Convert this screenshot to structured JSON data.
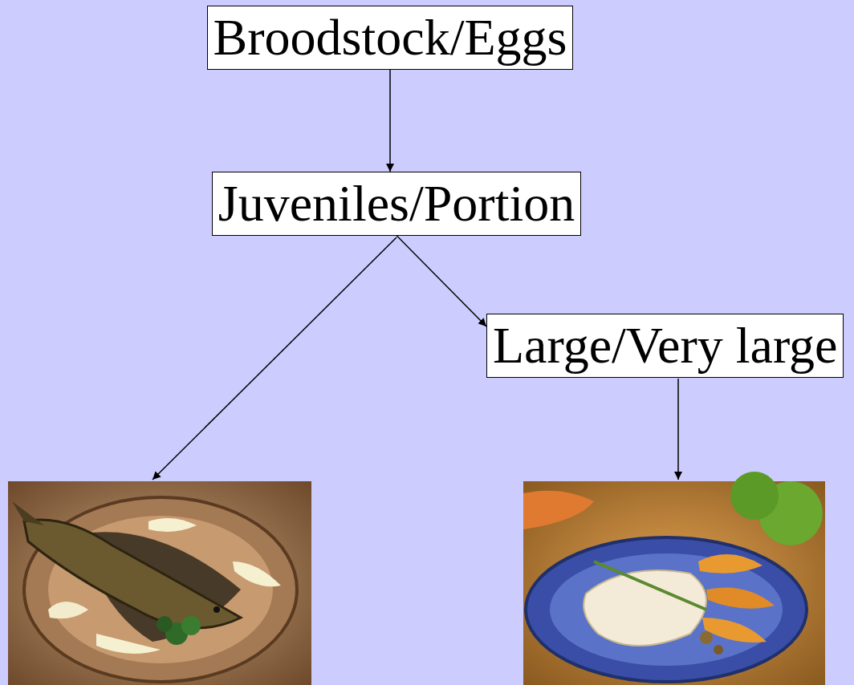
{
  "diagram": {
    "nodes": [
      {
        "text": [
          "Broodstock/Eggs"
        ]
      },
      {
        "text": [
          "Juveniles/Portion"
        ]
      },
      {
        "text": [
          "Large/Very large"
        ]
      }
    ],
    "edges": [
      {
        "from": 0,
        "to": 1,
        "arrow": "to"
      },
      {
        "from": 1,
        "to": 2,
        "arrow": "to"
      }
    ]
  }
}
